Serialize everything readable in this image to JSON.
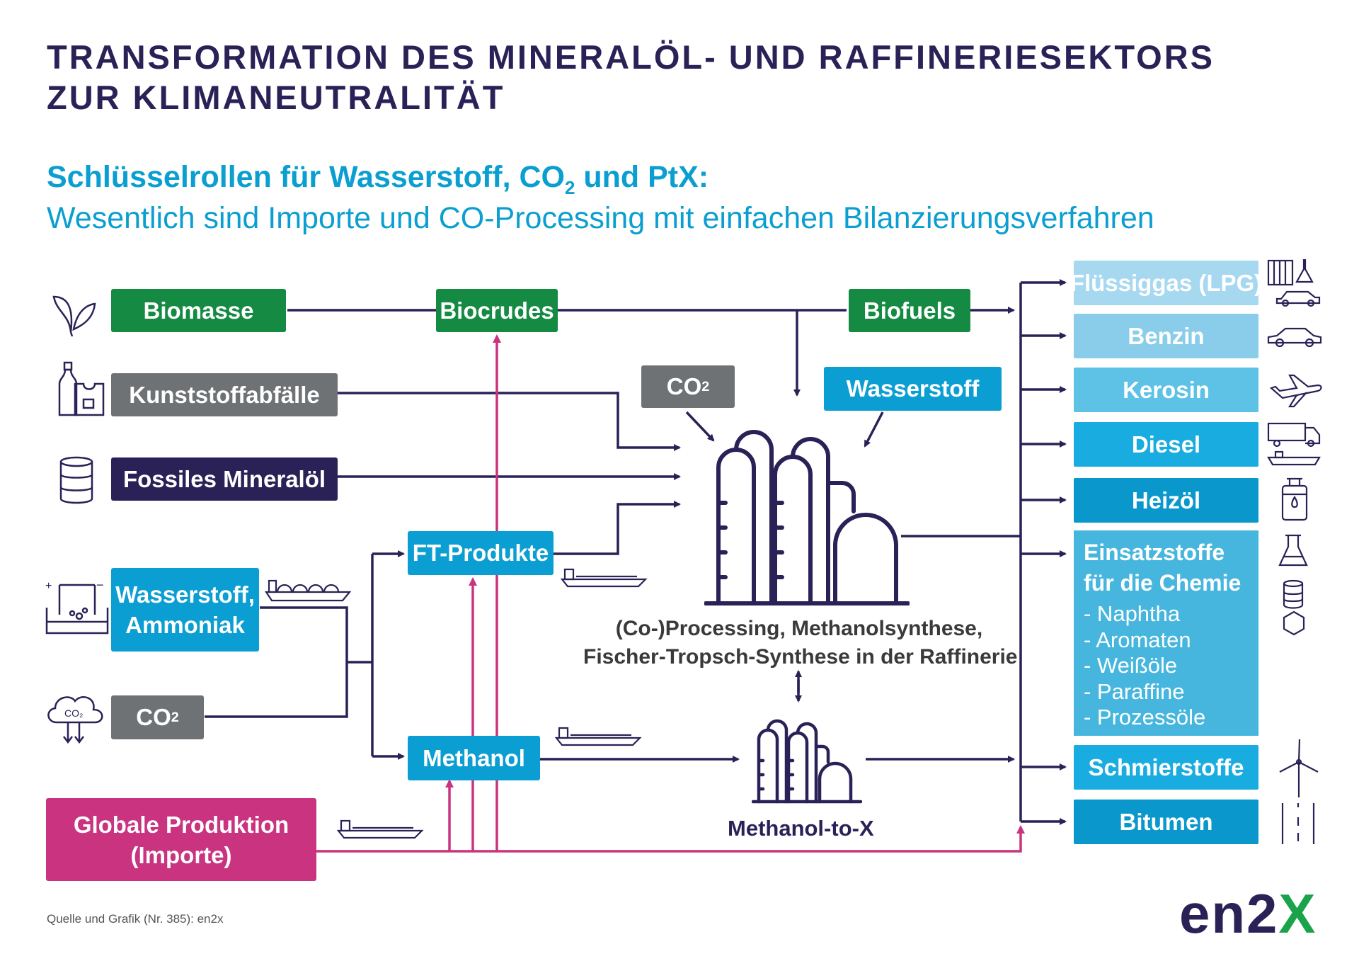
{
  "title": {
    "line1": "TRANSFORMATION DES MINERALÖL- UND RAFFINERIESEKTORS",
    "line2": "ZUR KLIMANEUTRALITÄT"
  },
  "subtitle": {
    "main_a": "Schlüsselrollen für Wasserstoff, CO",
    "main_sub": "2",
    "main_b": " und PtX:",
    "line2": "Wesentlich sind Importe und CO-Processing mit einfachen Bilanzierungsverfahren"
  },
  "inputs": {
    "biomasse": "Biomasse",
    "kunststoff": "Kunststoffabfälle",
    "fossil": "Fossiles Mineralöl",
    "wasserstoff_line1": "Wasserstoff,",
    "wasserstoff_line2": "Ammoniak",
    "co2_main": "CO",
    "co2_sub": "2",
    "global_line1": "Globale Produktion",
    "global_line2": "(Importe)"
  },
  "intermediates": {
    "biocrudes": "Biocrudes",
    "biofuels": "Biofuels",
    "co2_main": "CO",
    "co2_sub": "2",
    "wasserstoff": "Wasserstoff",
    "ft_produkte": "FT-Produkte",
    "methanol": "Methanol"
  },
  "refinery_label": {
    "line1": "(Co-)Processing, Methanolsynthese,",
    "line2": "Fischer-Tropsch-Synthese in der Raffinerie"
  },
  "mtx_label": "Methanol-to-X",
  "outputs": {
    "lpg": "Flüssiggas (LPG)",
    "benzin": "Benzin",
    "kerosin": "Kerosin",
    "diesel": "Diesel",
    "heizoel": "Heizöl",
    "chemie_line1": "Einsatzstoffe",
    "chemie_line2": "für die Chemie",
    "chemie_items": [
      "- Naphtha",
      "- Aromaten",
      "- Weißöle",
      "- Paraffine",
      "- Prozessöle"
    ],
    "schmierstoffe": "Schmierstoffe",
    "bitumen": "Bitumen"
  },
  "icons": [
    "leaf-icon",
    "plastic-waste-icon",
    "oil-barrel-icon",
    "electrolysis-icon",
    "co2-cloud-icon",
    "ship-icon",
    "truck-icon",
    "car-icon",
    "airplane-icon",
    "heating-tank-icon",
    "flask-icon",
    "wind-turbine-icon",
    "road-icon",
    "refinery-icon"
  ],
  "colors": {
    "navy": "#2a2257",
    "green": "#148a43",
    "grey": "#6f7274",
    "blue": "#0b9ed2",
    "magenta": "#c9337f",
    "subtitle": "#0a9fd0"
  },
  "footer": {
    "source": "Quelle und Grafik (Nr. 385): en2x",
    "logo_text": "en2",
    "logo_x": "X"
  }
}
